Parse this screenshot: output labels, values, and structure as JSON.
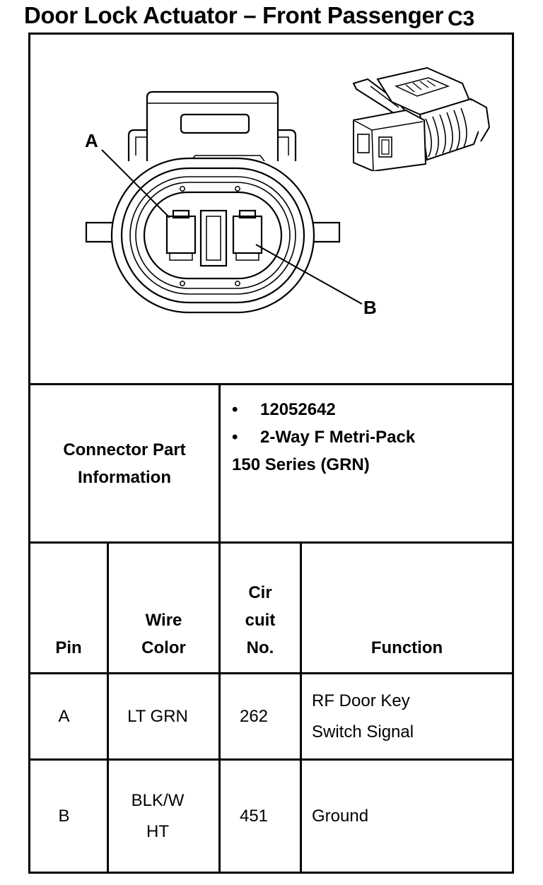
{
  "title": {
    "text": "Door Lock Actuator – Front Passenger",
    "code": "C3"
  },
  "diagram": {
    "callouts": [
      "A",
      "B"
    ]
  },
  "connector_info": {
    "label_line1": "Connector Part",
    "label_line2": "Information",
    "items": [
      "12052642",
      "2-Way F Metri-Pack"
    ],
    "continuation": "150 Series (GRN)"
  },
  "table": {
    "headers": {
      "pin": "Pin",
      "wire_color": [
        "Wire",
        "Color"
      ],
      "circuit": [
        "Cir",
        "cuit",
        "No."
      ],
      "function": "Function"
    },
    "rows": [
      {
        "pin": "A",
        "wire_color": "LT GRN",
        "circuit": "262",
        "function": [
          "RF Door Key",
          "Switch Signal"
        ]
      },
      {
        "pin": "B",
        "wire_color": [
          "BLK/W",
          "HT"
        ],
        "circuit": "451",
        "function": "Ground"
      }
    ]
  }
}
